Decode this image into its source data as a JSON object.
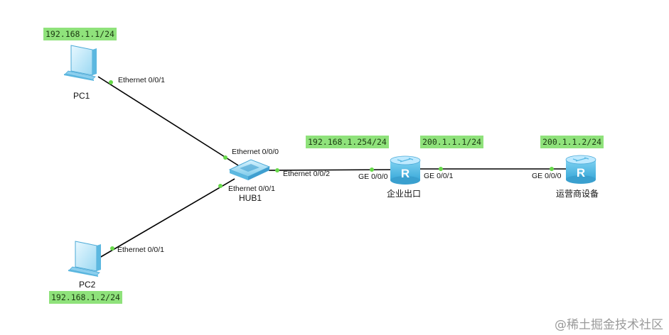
{
  "devices": {
    "pc1": {
      "name": "PC1",
      "ip": "192.168.1.1/24",
      "port": "Ethernet 0/0/1"
    },
    "pc2": {
      "name": "PC2",
      "ip": "192.168.1.2/24",
      "port": "Ethernet 0/0/1"
    },
    "hub1": {
      "name": "HUB1",
      "port_top": "Ethernet 0/0/0",
      "port_bottom": "Ethernet 0/0/1",
      "port_right": "Ethernet 0/0/2"
    },
    "router1": {
      "name": "企业出口",
      "ip_left": "192.168.1.254/24",
      "ip_right": "200.1.1.1/24",
      "port_left": "GE 0/0/0",
      "port_right": "GE 0/0/1",
      "icon_letter": "R"
    },
    "router2": {
      "name": "运营商设备",
      "ip": "200.1.1.2/24",
      "port": "GE 0/0/0",
      "icon_letter": "R"
    }
  },
  "watermark": "@稀土掘金技术社区",
  "colors": {
    "ip_label_bg": "#8fe27b",
    "port_dot": "#67d94a",
    "router_body": "#4fb9e3",
    "link": "#000000"
  }
}
